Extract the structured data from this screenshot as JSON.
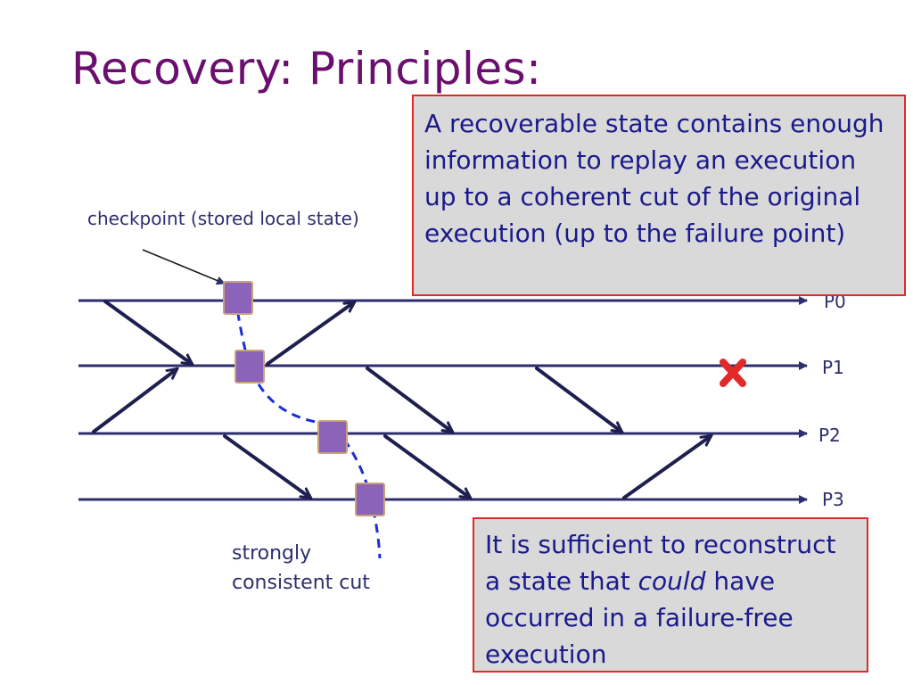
{
  "slide": {
    "title": "Recovery: Principles:"
  },
  "labels": {
    "checkpoint": "checkpoint (stored local state)",
    "cut_line1": "strongly",
    "cut_line2": "consistent cut"
  },
  "processes": [
    "P0",
    "P1",
    "P2",
    "P3"
  ],
  "callouts": {
    "recoverable": "A recoverable state contains enough information to replay an execution up to a coherent cut of the original execution (up to the failure point)",
    "sufficient_pre": "It is sufficient to reconstruct a state that ",
    "sufficient_emph": "could",
    "sufficient_post": " have occurred in a failure-free execution"
  },
  "colors": {
    "title": "#6b0f6e",
    "process_line": "#2e2e6e",
    "checkpoint": "#8b63b8",
    "cut_line": "#1a2fd6",
    "failure_mark": "#e02a2a",
    "callout_bg": "#d9d9d9",
    "callout_border": "#e02a2a"
  },
  "failure": {
    "process": "P1",
    "icon": "x-mark-icon"
  }
}
